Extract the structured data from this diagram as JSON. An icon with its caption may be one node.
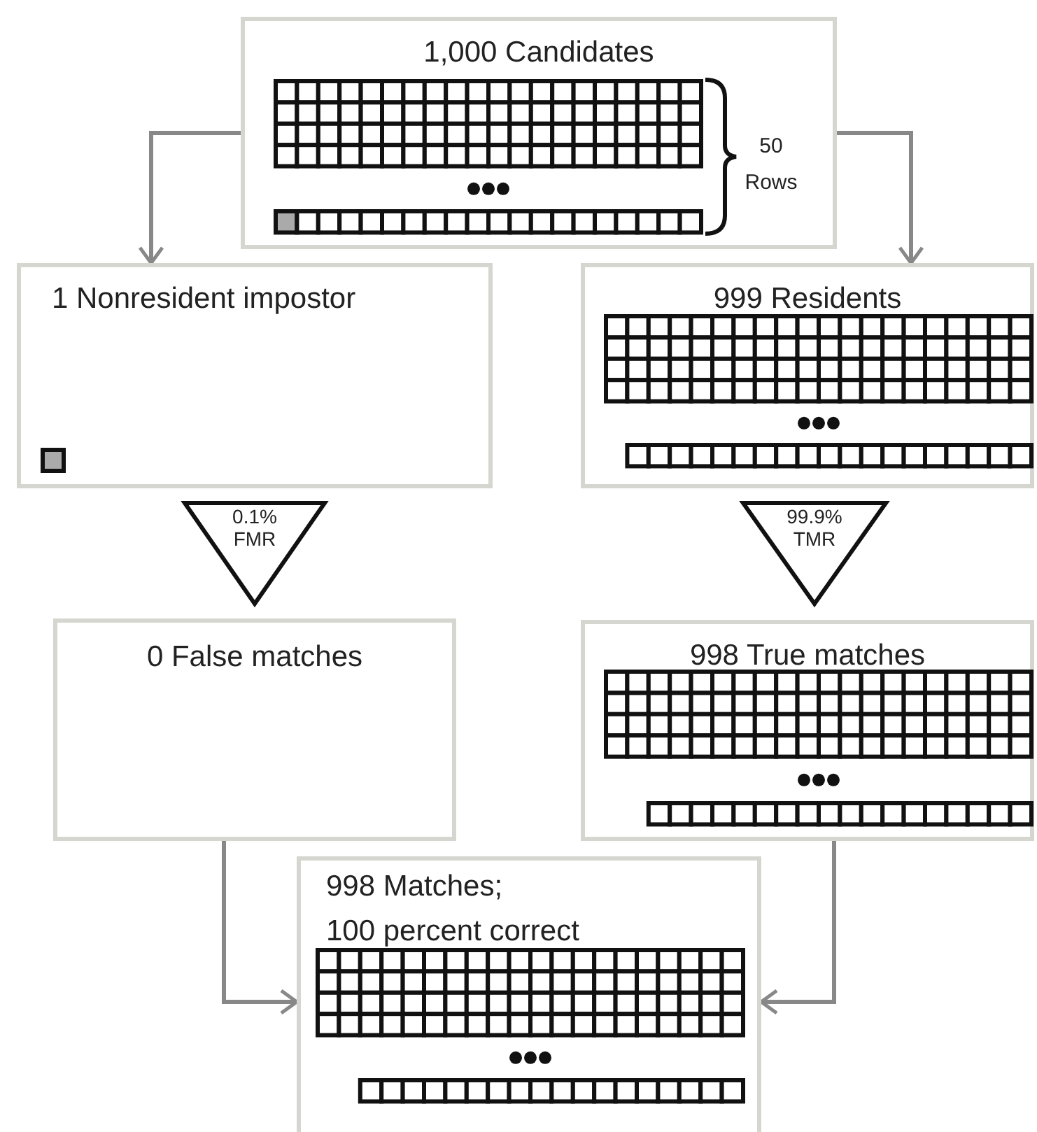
{
  "diagram": {
    "nodes": [
      {
        "text": [
          "1,000 Candidates"
        ]
      },
      {
        "text": [
          "1 Nonresident impostor"
        ]
      },
      {
        "text": [
          "999 Residents"
        ]
      },
      {
        "text": [
          "0.1% FMR"
        ]
      },
      {
        "text": [
          "99.9% TMR"
        ]
      },
      {
        "text": [
          "0 False matches"
        ]
      },
      {
        "text": [
          "998 True matches"
        ]
      },
      {
        "text": [
          "998 Matches;",
          "100 percent correct"
        ]
      }
    ],
    "edges": [
      {
        "from": 0,
        "to": 1,
        "arrow": "to"
      },
      {
        "from": 0,
        "to": 2,
        "arrow": "to"
      },
      {
        "from": 5,
        "to": 7,
        "arrow": "to"
      },
      {
        "from": 6,
        "to": 7,
        "arrow": "to"
      }
    ],
    "labels": [
      "50 Rows"
    ]
  }
}
